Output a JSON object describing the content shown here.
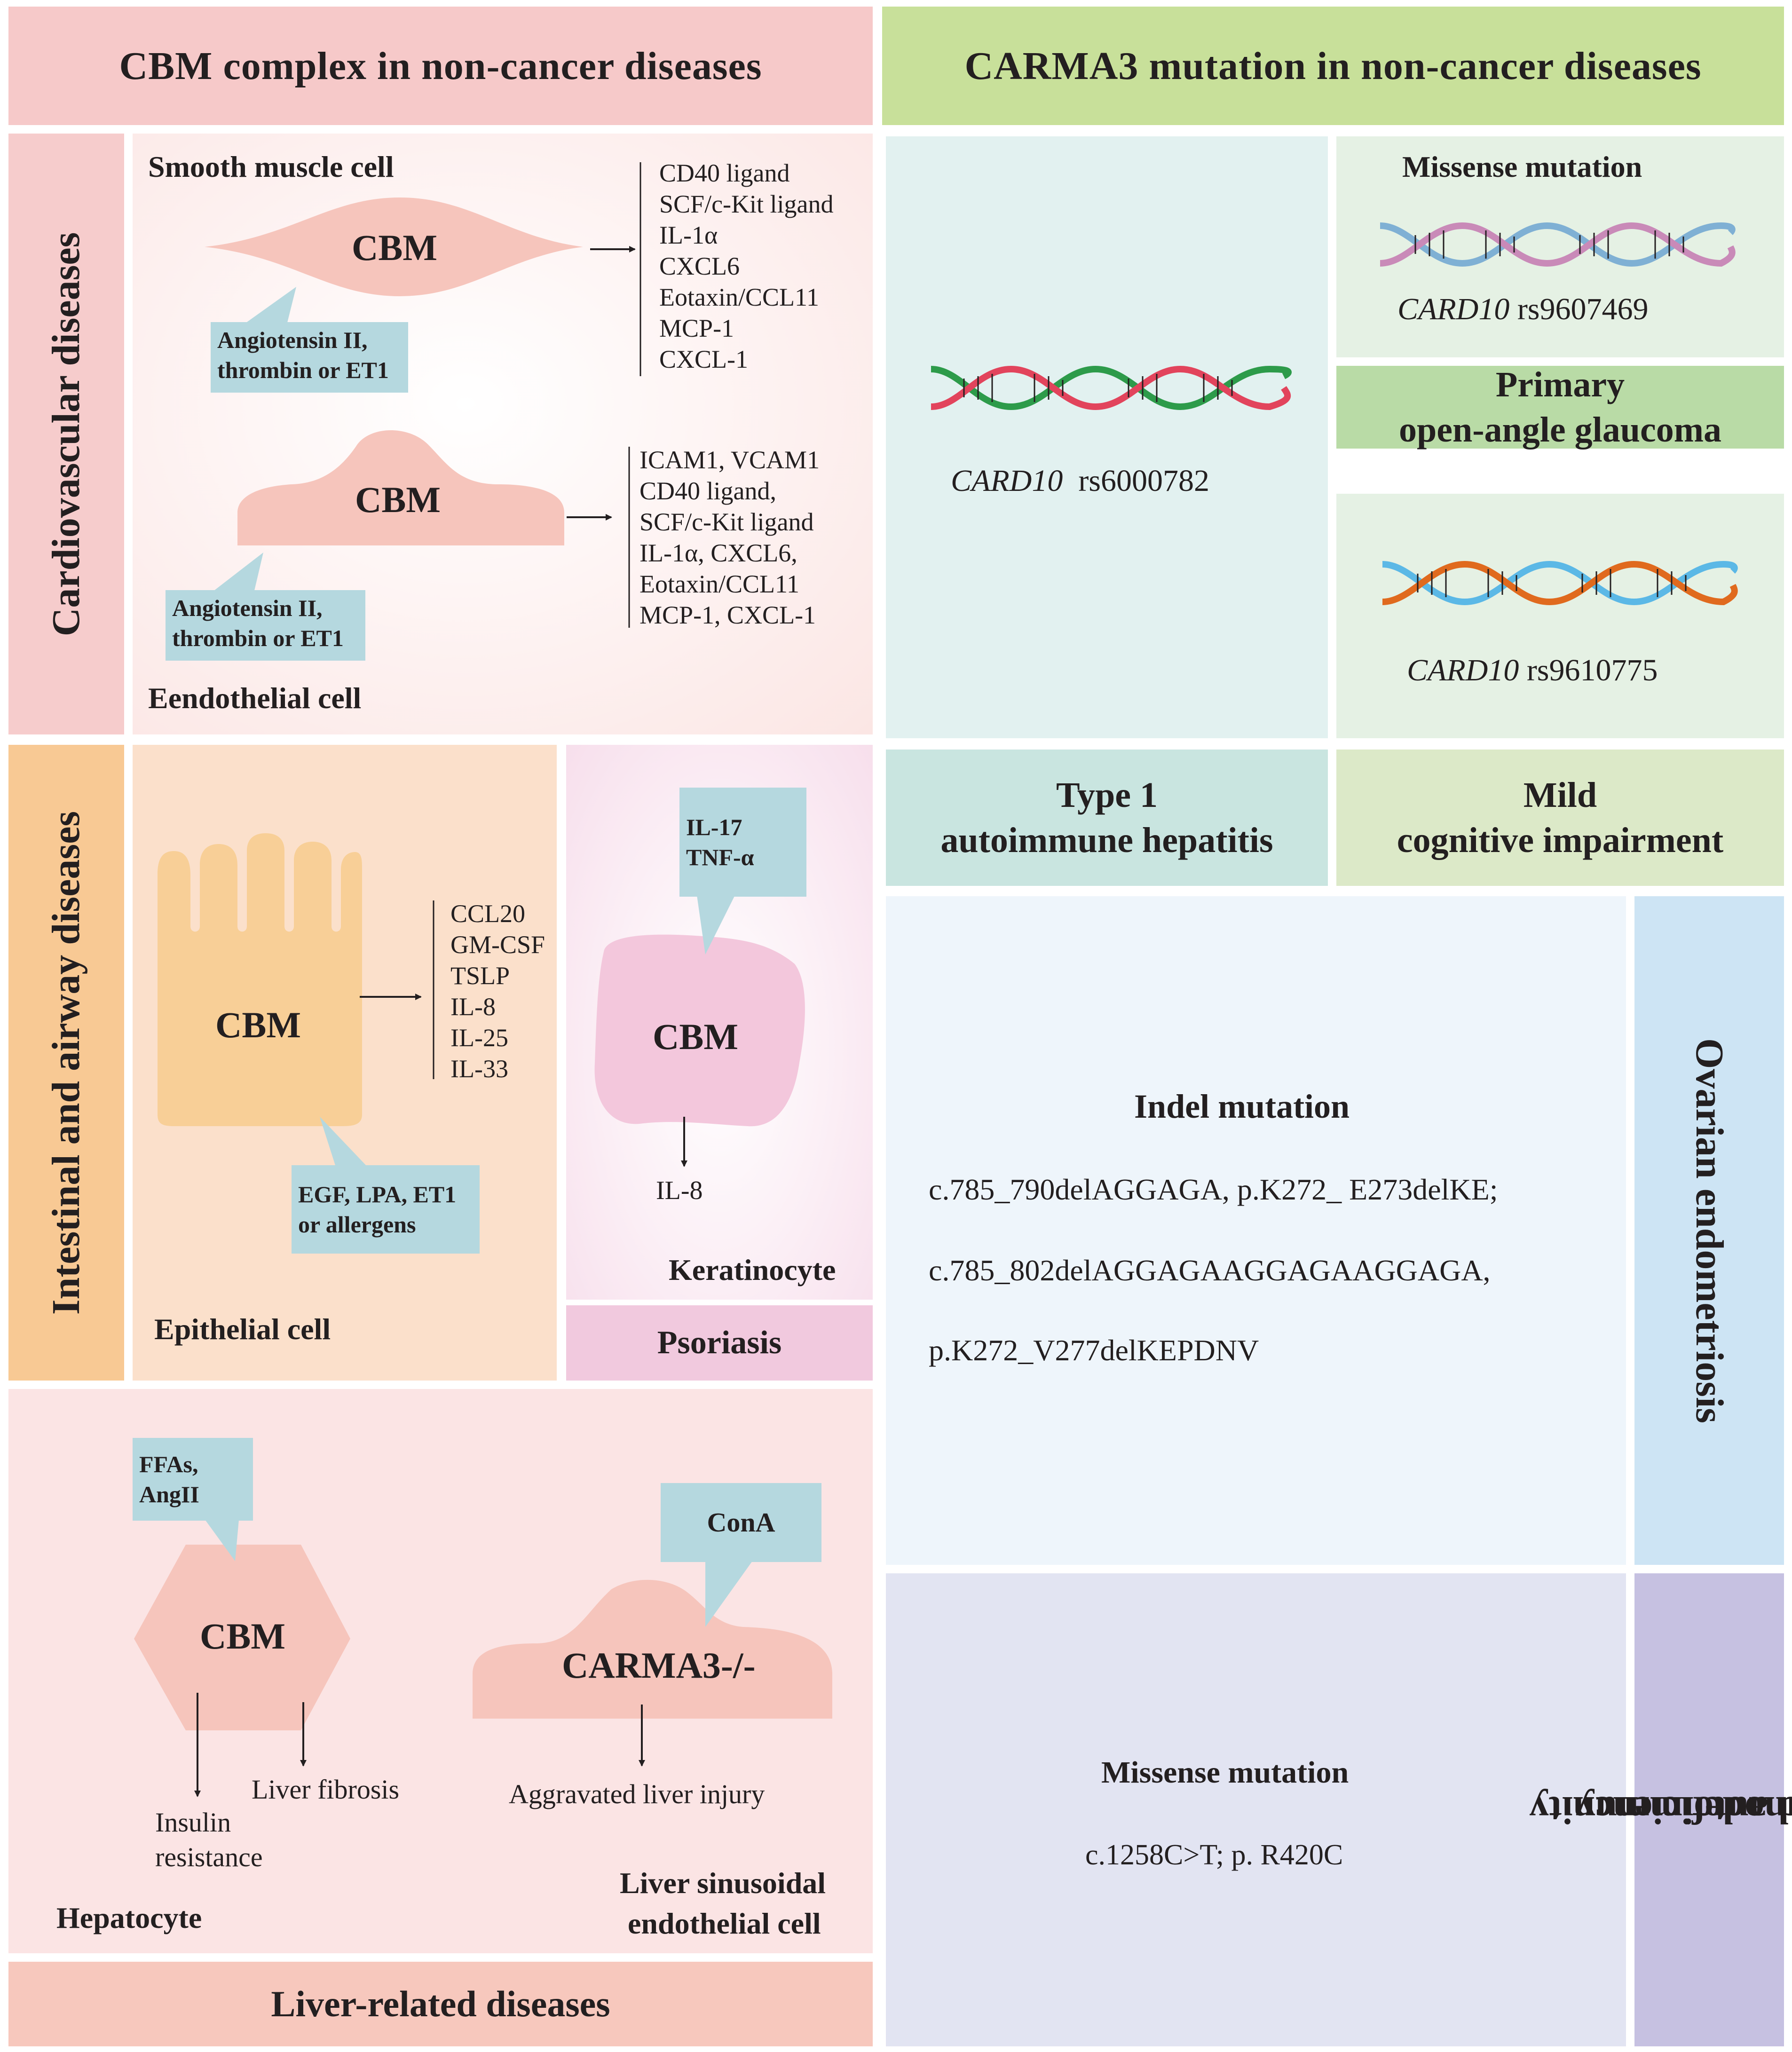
{
  "left_header": "CBM complex in non-cancer diseases",
  "right_header": "CARMA3 mutation in non-cancer diseases",
  "cardio": {
    "label": "Cardiovascular diseases",
    "smc_title": "Smooth muscle cell",
    "smc_cbm": "CBM",
    "smc_stim_line1": "Angiotensin II,",
    "smc_stim_line2": "thrombin or ET1",
    "smc_outputs": [
      "CD40 ligand",
      "SCF/c-Kit ligand",
      "IL-1α",
      "CXCL6",
      "Eotaxin/CCL11",
      "MCP-1",
      "CXCL-1"
    ],
    "ec_cbm": "CBM",
    "ec_stim_line1": "Angiotensin II,",
    "ec_stim_line2": "thrombin or ET1",
    "ec_outputs": [
      "ICAM1, VCAM1",
      "CD40 ligand,",
      "SCF/c-Kit ligand",
      "IL-1α, CXCL6,",
      "Eotaxin/CCL11",
      "MCP-1, CXCL-1"
    ],
    "ec_title": "Eendothelial cell"
  },
  "intestinal": {
    "label": "Intestinal and airway diseases",
    "epi_cbm": "CBM",
    "epi_outputs": [
      "CCL20",
      "GM-CSF",
      "TSLP",
      "IL-8",
      "IL-25",
      "IL-33"
    ],
    "epi_stim_line1": "EGF, LPA, ET1",
    "epi_stim_line2": "or allergens",
    "epi_title": "Epithelial cell",
    "kera_stim_line1": "IL-17",
    "kera_stim_line2": "TNF-α",
    "kera_cbm": "CBM",
    "kera_output": "IL-8",
    "kera_title": "Keratinocyte",
    "psoriasis": "Psoriasis"
  },
  "liver": {
    "hep_stim_line1": "FFAs,",
    "hep_stim_line2": "AngII",
    "hep_cbm": "CBM",
    "hep_out1": "Liver fibrosis",
    "hep_out2_line1": "Insulin",
    "hep_out2_line2": "resistance",
    "hep_title": "Hepatocyte",
    "lsec_stim": "ConA",
    "lsec_cbm": "CARMA3-/-",
    "lsec_output": "Aggravated liver injury",
    "lsec_title_line1": "Liver sinusoidal",
    "lsec_title_line2": "endothelial cell",
    "label": "Liver-related diseases"
  },
  "mutations": {
    "hep_snp_gene": "CARD10",
    "hep_snp_id": "rs6000782",
    "missense_title": "Missense mutation",
    "poag_snp_gene": "CARD10",
    "poag_snp_id": "rs9607469",
    "poag_label_line1": "Primary",
    "poag_label_line2": "open-angle glaucoma",
    "mci_snp_gene": "CARD10",
    "mci_snp_id": "rs9610775",
    "aih_label_line1": "Type 1",
    "aih_label_line2": "autoimmune hepatitis",
    "mci_label_line1": "Mild",
    "mci_label_line2": "cognitive impairment",
    "indel_title": "Indel mutation",
    "indel_line1": "c.785_790delAGGAGA, p.K272_ E273delKE;",
    "indel_line2": "c.785_802delAGGAGAAGGAGAAGGAGA,",
    "indel_line3": "p.K272_V277delKEPDNV",
    "endo_label": "Ovarian endometriosis",
    "missense2_title": "Missense mutation",
    "missense2_detail": "c.1258C>T; p. R420C",
    "immuno_label_line1": "Immunodeficiency",
    "immuno_label_line2": "and autoimmunity"
  },
  "colors": {
    "left_header": "#f6c9c9",
    "right_header": "#c8e09a",
    "cardio_label": "#f6cccc",
    "intestinal_label": "#f8c994",
    "epithelial_bg": "#fbe0cb",
    "stimulus_box": "#b5d8df",
    "cell_pink": "#f6c5bc",
    "epithelial_cell": "#f8cf97",
    "keratinocyte": "#f3c7dc",
    "psoriasis": "#f1c9de",
    "liver_bg": "#fbe4e4",
    "liver_label": "#f7c8bd",
    "aih": "#c9e5e0",
    "mci": "#dce9c8",
    "poag": "#b9dba6",
    "indel_bg": "#eef5fb",
    "endometriosis": "#cde4f4",
    "missense2_bg": "#e2e4f2",
    "immuno": "#c6c1e1"
  }
}
